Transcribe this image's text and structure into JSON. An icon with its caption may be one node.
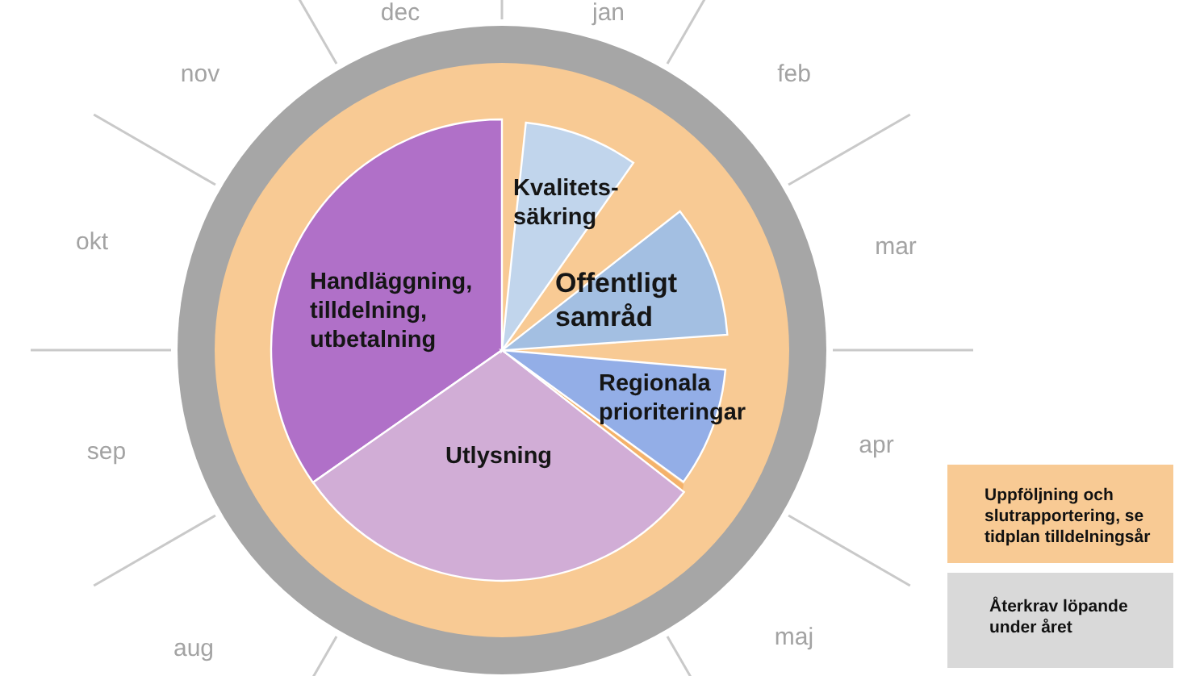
{
  "diagram": {
    "nodes": [
      {
        "text": [
          "Handläggning, tilldelning, utbetalning"
        ]
      },
      {
        "text": [
          "Utlysning"
        ]
      },
      {
        "text": [
          "Regionala prioriteringar"
        ]
      },
      {
        "text": [
          "Offentligt samråd"
        ]
      },
      {
        "text": [
          "Kvalitets-säkring"
        ]
      }
    ],
    "labels": [
      "dec",
      "jan",
      "nov",
      "feb",
      "okt",
      "mar",
      "sep",
      "apr",
      "aug",
      "maj"
    ],
    "legend": [
      {
        "text": "Uppföljning och slutrapportering, se tidplan tilldelningsår",
        "color": "#f8ca94"
      },
      {
        "text": "Återkrav löpande under året",
        "color": "#d9d9d9"
      }
    ]
  }
}
